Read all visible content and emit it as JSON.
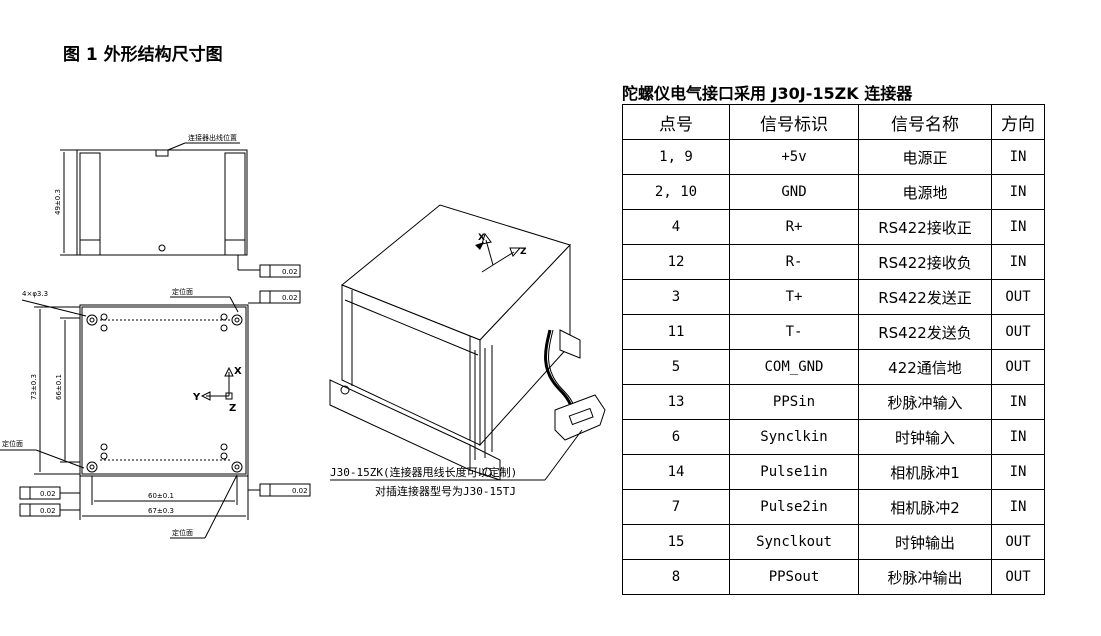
{
  "figure": {
    "title": "图 1 外形结构尺寸图",
    "labels": {
      "connector_exit": "连接器出线位置",
      "height_dim": "49±0.3",
      "hole_spec": "4×φ3.3",
      "locating_face": "定位面",
      "flatness": "0.02",
      "dim_73": "73±0.3",
      "dim_66": "66±0.1",
      "dim_60": "60±0.1",
      "dim_67": "67±0.3",
      "axis_x": "X",
      "axis_y": "Y",
      "axis_z": "Z",
      "connector_note_1": "J30-15ZK(连接器甩线长度可以定制)",
      "connector_note_2": "对插连接器型号为J30-15TJ"
    }
  },
  "table": {
    "title": "陀螺仪电气接口采用 J30J-15ZK 连接器",
    "headers": [
      "点号",
      "信号标识",
      "信号名称",
      "方向"
    ],
    "rows": [
      [
        "1, 9",
        "+5v",
        "电源正",
        "IN"
      ],
      [
        "2, 10",
        "GND",
        "电源地",
        "IN"
      ],
      [
        "4",
        "R+",
        "RS422接收正",
        "IN"
      ],
      [
        "12",
        "R-",
        "RS422接收负",
        "IN"
      ],
      [
        "3",
        "T+",
        "RS422发送正",
        "OUT"
      ],
      [
        "11",
        "T-",
        "RS422发送负",
        "OUT"
      ],
      [
        "5",
        "COM_GND",
        "422通信地",
        "OUT"
      ],
      [
        "13",
        "PPSin",
        "秒脉冲输入",
        "IN"
      ],
      [
        "6",
        "Synclkin",
        "时钟输入",
        "IN"
      ],
      [
        "14",
        "Pulse1in",
        "相机脉冲1",
        "IN"
      ],
      [
        "7",
        "Pulse2in",
        "相机脉冲2",
        "IN"
      ],
      [
        "15",
        "Synclkout",
        "时钟输出",
        "OUT"
      ],
      [
        "8",
        "PPSout",
        "秒脉冲输出",
        "OUT"
      ]
    ]
  }
}
